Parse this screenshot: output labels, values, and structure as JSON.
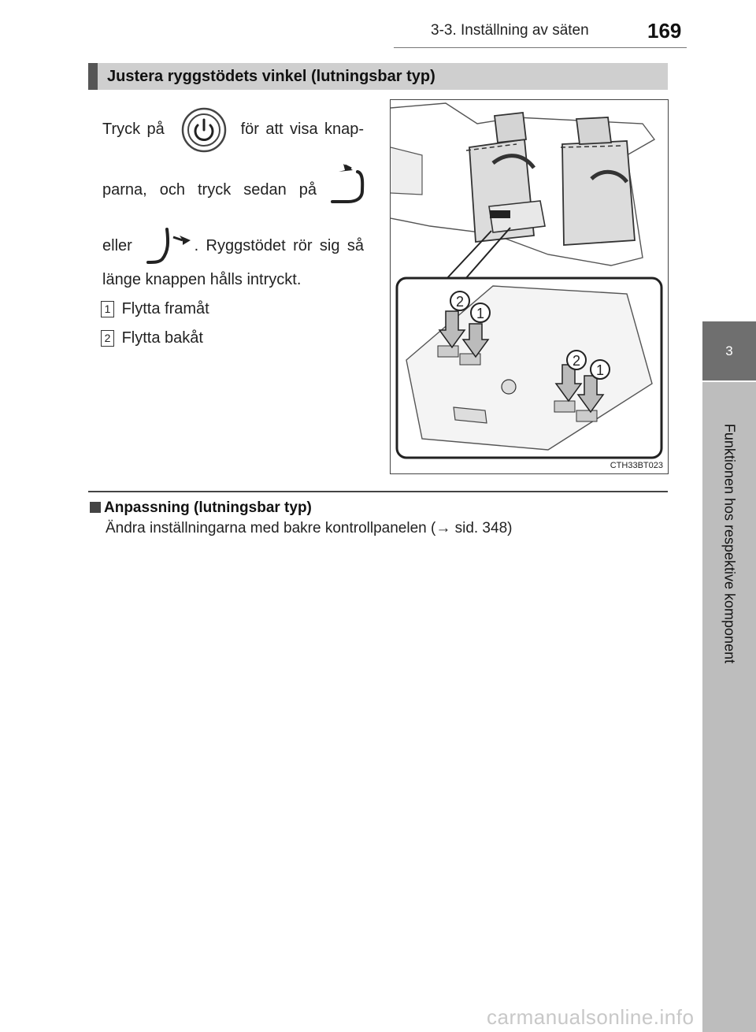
{
  "header": {
    "section_path": "3-3. Inställning av säten",
    "page_number": "169"
  },
  "side_tab": {
    "chapter_number": "3",
    "chapter_title": "Funktionen hos respektive komponent"
  },
  "section": {
    "title": "Justera ryggstödets vinkel (lutningsbar typ)",
    "line1_a": "Tryck på",
    "line1_b": "för att visa knap-",
    "line2": "parna, och tryck sedan på",
    "line3_a": "eller",
    "line3_b": ". Ryggstödet rör sig så",
    "line4": "länge knappen hålls intryckt.",
    "items": [
      {
        "number": "1",
        "label": "Flytta framåt"
      },
      {
        "number": "2",
        "label": "Flytta bakåt"
      }
    ]
  },
  "figure": {
    "code": "CTH33BT023",
    "callouts": [
      "2",
      "1",
      "2",
      "1"
    ],
    "icons": [
      "power-button-icon",
      "seat-recline-forward-icon",
      "seat-recline-backward-icon"
    ]
  },
  "subsection": {
    "title": "Anpassning (lutningsbar typ)",
    "text_before": "Ändra inställningarna med bakre kontrollpanelen (",
    "arrow": "→",
    "text_after": " sid. 348)"
  },
  "watermark": "carmanualsonline.info"
}
